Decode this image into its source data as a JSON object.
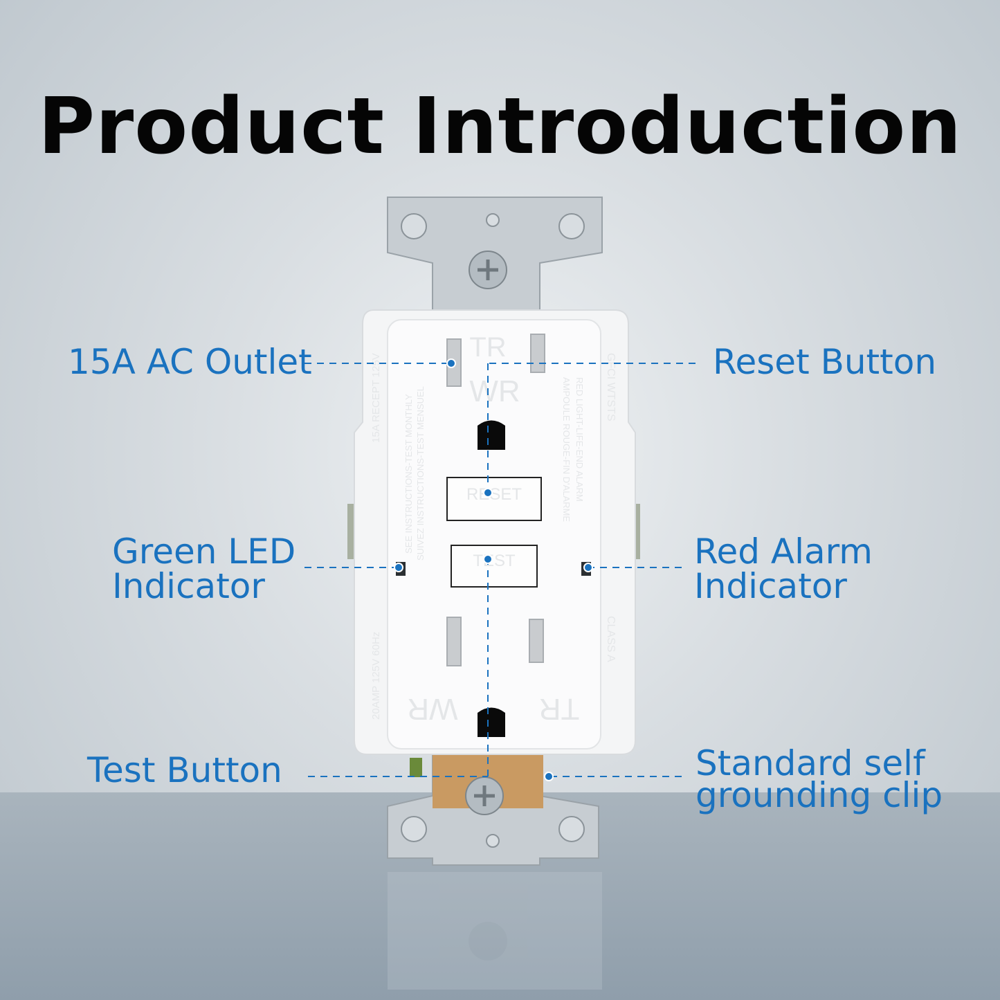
{
  "title": "Product Introduction",
  "labels": {
    "outlet": "15A AC Outlet",
    "reset": "Reset Button",
    "green_led_1": "Green LED",
    "green_led_2": "Indicator",
    "red_alarm_1": "Red Alarm",
    "red_alarm_2": "Indicator",
    "test": "Test Button",
    "clip_1": "Standard self",
    "clip_2": "grounding clip"
  },
  "device_markings": {
    "top_tr": "TR",
    "top_wr": "WR",
    "bottom_wr": "WR",
    "bottom_tr": "TR",
    "reset_button": "RESET",
    "test_button": "TEST",
    "left_edge_1": "15A RECEPT 125V",
    "left_edge_2": "20AMP 125V 60Hz",
    "left_inner": "SEE INSTRUCTIONS-TEST MONTHLY",
    "left_inner_fr": "SUIVEZ INSTRUCTIONS-TEST MENSUEL",
    "right_inner": "RED LIGHT-LIFE-END ALARM",
    "right_inner_fr": "AMPOULE ROUGE-FIN D'ALARME",
    "right_edge_1": "GFCI WTSTS",
    "right_edge_2": "CLASS A"
  },
  "colors": {
    "accent": "#1a72bf",
    "title": "#050505"
  }
}
